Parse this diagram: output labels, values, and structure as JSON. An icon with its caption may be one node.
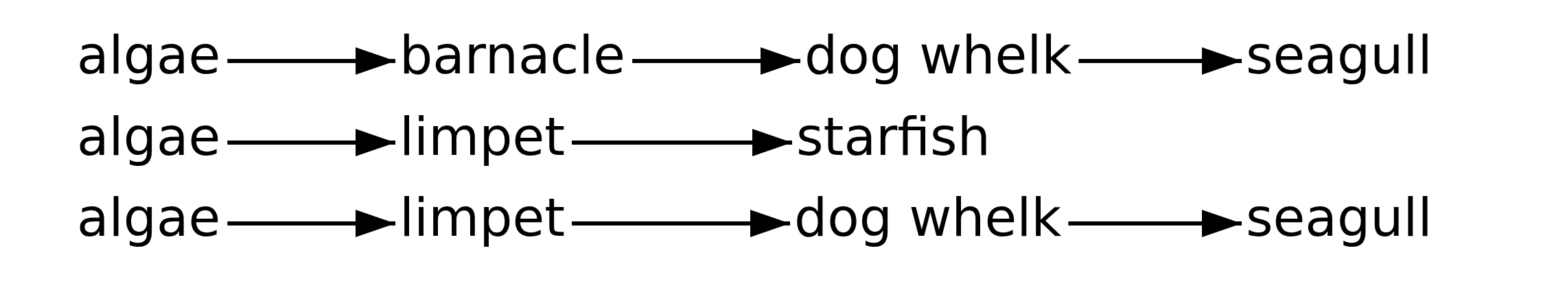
{
  "diagram": {
    "nodes": [
      {
        "text": [
          "algae"
        ]
      },
      {
        "text": [
          "barnacle"
        ]
      },
      {
        "text": [
          "dog whelk"
        ]
      },
      {
        "text": [
          "seagull"
        ]
      },
      {
        "text": [
          "algae"
        ]
      },
      {
        "text": [
          "limpet"
        ]
      },
      {
        "text": [
          "starfish"
        ]
      },
      {
        "text": [
          "algae"
        ]
      },
      {
        "text": [
          "limpet"
        ]
      },
      {
        "text": [
          "dog whelk"
        ]
      },
      {
        "text": [
          "seagull"
        ]
      }
    ],
    "edges": [
      {
        "from": 0,
        "to": 1,
        "arrow": "to"
      },
      {
        "from": 1,
        "to": 2,
        "arrow": "to"
      },
      {
        "from": 2,
        "to": 3,
        "arrow": "to"
      },
      {
        "from": 4,
        "to": 5,
        "arrow": "to"
      },
      {
        "from": 5,
        "to": 6,
        "arrow": "to"
      },
      {
        "from": 7,
        "to": 8,
        "arrow": "to"
      },
      {
        "from": 8,
        "to": 9,
        "arrow": "to"
      },
      {
        "from": 9,
        "to": 10,
        "arrow": "to"
      }
    ]
  }
}
